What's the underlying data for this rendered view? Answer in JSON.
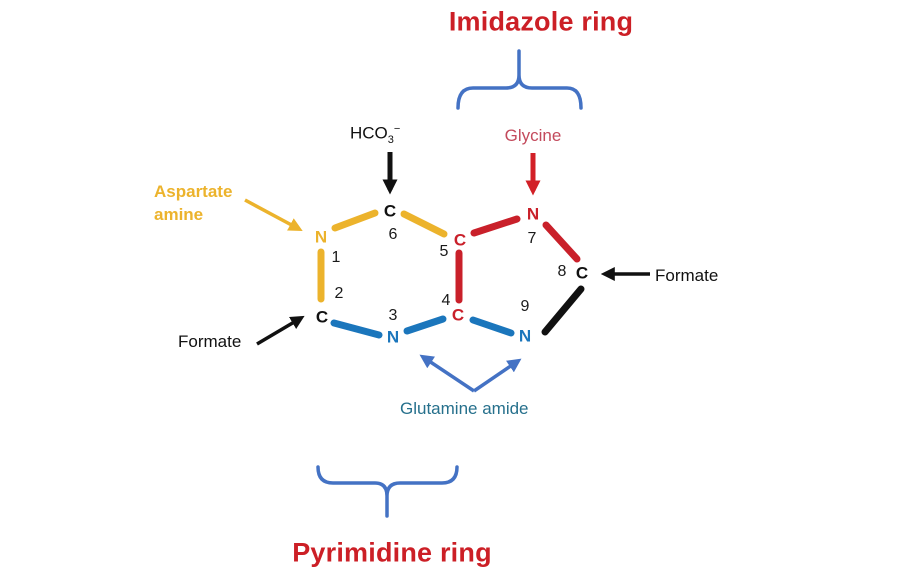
{
  "titles": {
    "imidazole": "Imidazole ring",
    "pyrimidine": "Pyrimidine ring"
  },
  "sources": {
    "hco3": {
      "base": "HCO",
      "subscript": "3",
      "superscript": "−"
    },
    "glycine": "Glycine",
    "aspartate": {
      "line1": "Aspartate",
      "line2": "amine"
    },
    "formate_left": "Formate",
    "formate_right": "Formate",
    "glutamine": "Glutamine amide"
  },
  "ring": {
    "atoms": [
      {
        "id": "N1",
        "symbol": "N",
        "number": "1",
        "color": "#ECB32C"
      },
      {
        "id": "C2",
        "symbol": "C",
        "number": "2",
        "color": "#111111"
      },
      {
        "id": "N3",
        "symbol": "N",
        "number": "3",
        "color": "#1B76BC"
      },
      {
        "id": "C4",
        "symbol": "C",
        "number": "4",
        "color": "#C9202A"
      },
      {
        "id": "C5",
        "symbol": "C",
        "number": "5",
        "color": "#C9202A"
      },
      {
        "id": "C6",
        "symbol": "C",
        "number": "6",
        "color": "#111111"
      },
      {
        "id": "N7",
        "symbol": "N",
        "number": "7",
        "color": "#C9202A"
      },
      {
        "id": "C8",
        "symbol": "C",
        "number": "8",
        "color": "#111111"
      },
      {
        "id": "N9",
        "symbol": "N",
        "number": "9",
        "color": "#1B76BC"
      }
    ]
  },
  "colors": {
    "title_red": "#CC1F26",
    "ring_red": "#C9202A",
    "aspartate_yellow": "#ECB32C",
    "ring_blue": "#1B76BC",
    "brace_arrow_blue": "#4472C4",
    "glycine_text": "#C34A5C",
    "glutamine_text": "#26708C",
    "black": "#111111",
    "background": "#FFFFFF"
  }
}
